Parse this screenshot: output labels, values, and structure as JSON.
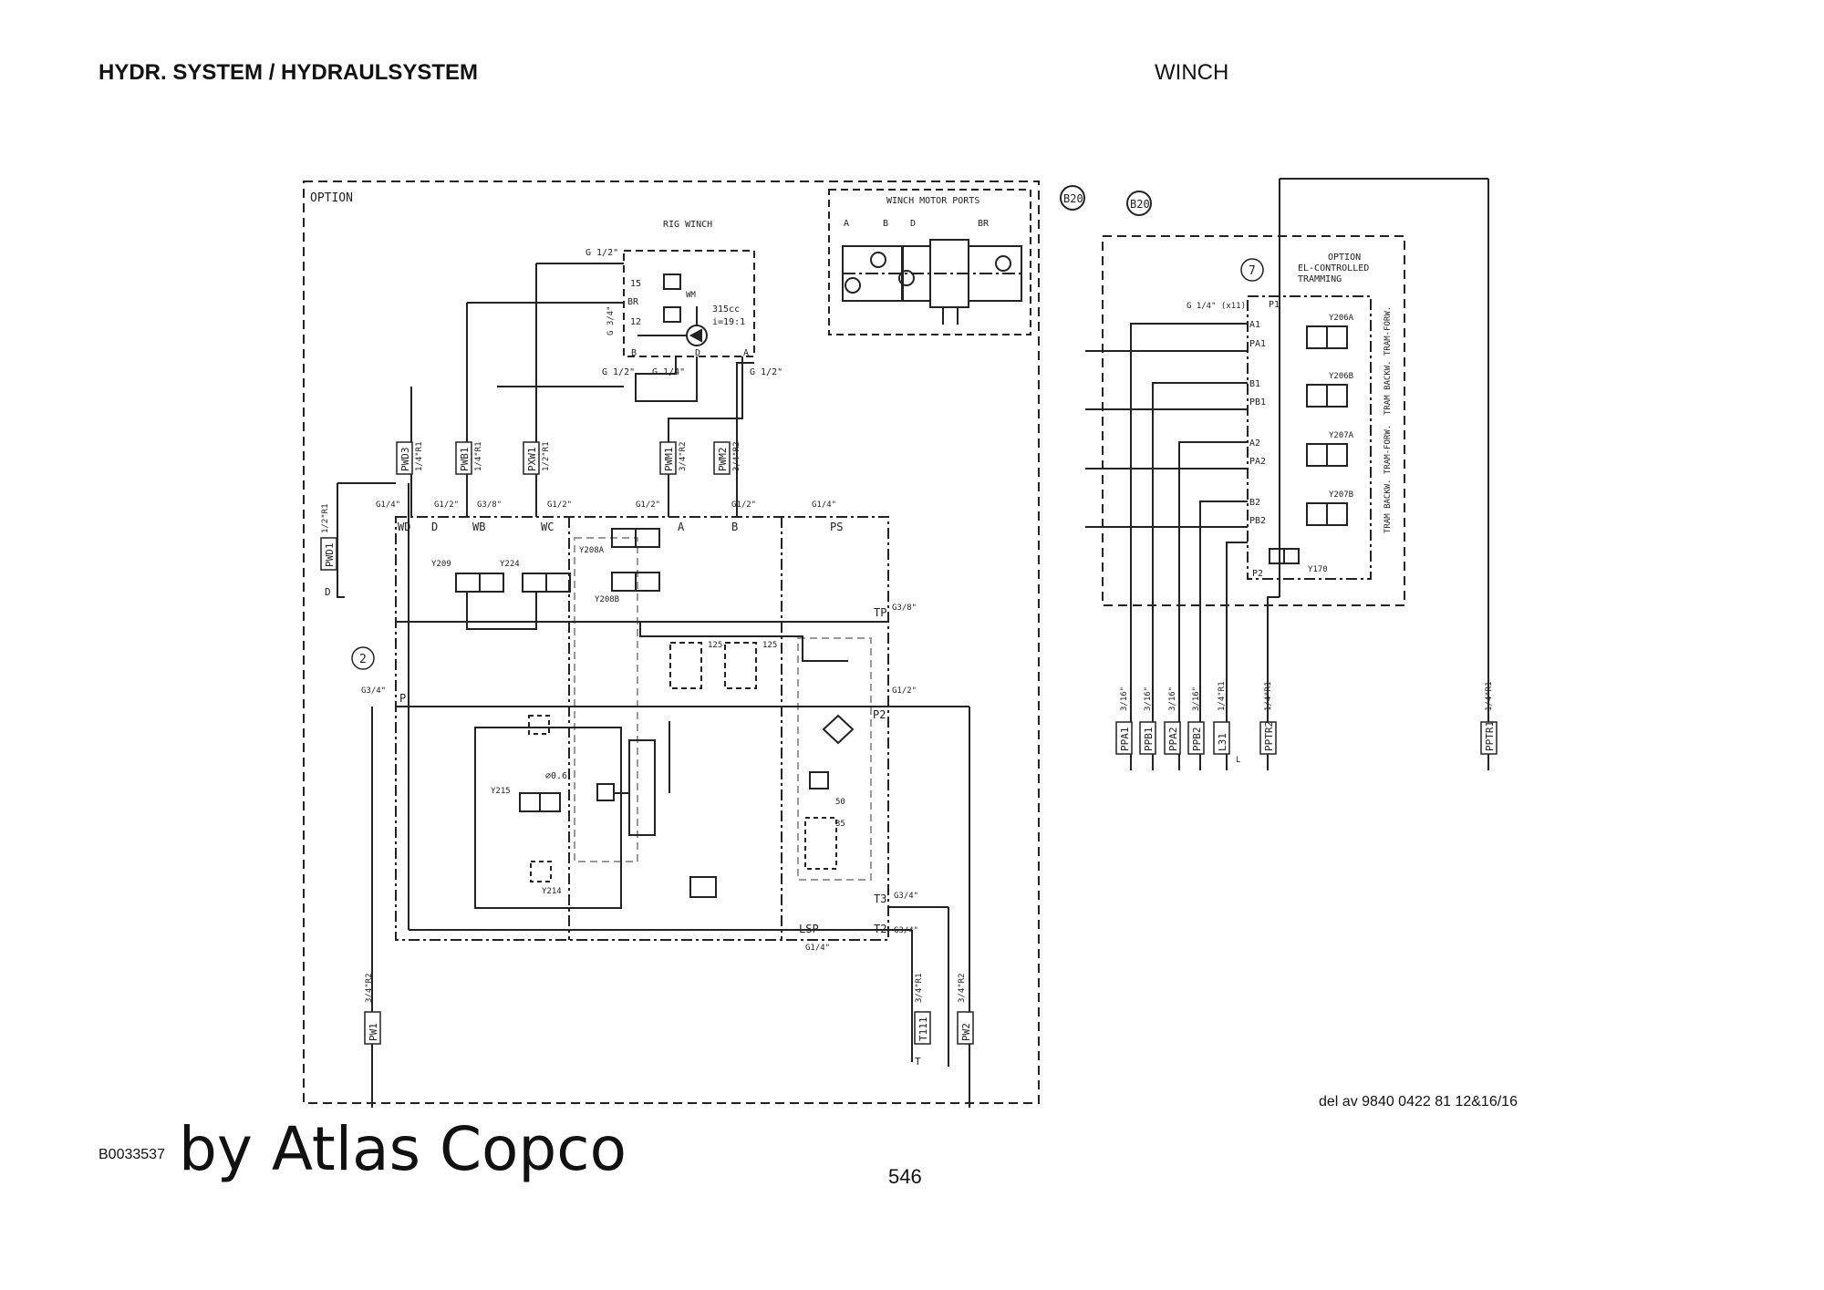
{
  "header": {
    "left_title": "HYDR. SYSTEM / HYDRAULSYSTEM",
    "right_title": "WINCH"
  },
  "footer": {
    "doc_ref": "del av 9840 0422 81 12&16/16",
    "figure_code": "B0033537",
    "brand": "by Atlas Copco",
    "page_number": "546"
  },
  "diagram": {
    "left_panel": {
      "frame_label": "OPTION",
      "badge": "B20",
      "rig_winch": {
        "title": "RIG WINCH",
        "labels": [
          "15",
          "BR",
          "12",
          "WM",
          "315cc",
          "i=19:1",
          "G 3/4\"",
          "B",
          "D",
          "A",
          "G 1/2\"",
          "G 1/4\"",
          "G 1/2\"",
          "G 1/2\""
        ]
      },
      "motor_ports": {
        "title": "WINCH MOTOR PORTS",
        "ports": [
          "A",
          "B",
          "D",
          "BR"
        ]
      },
      "vertical_tags": [
        {
          "tag": "PWD3",
          "size": "1/4\"R1"
        },
        {
          "tag": "PWB1",
          "size": "1/4\"R1"
        },
        {
          "tag": "PXW1",
          "size": "1/2\"R1"
        },
        {
          "tag": "PWM1",
          "size": "3/4\"R2"
        },
        {
          "tag": "PWM2",
          "size": "3/4\"R2"
        },
        {
          "tag": "PWD1",
          "size": "1/2\"R1"
        },
        {
          "tag": "PW1",
          "size": "3/4\"R2"
        },
        {
          "tag": "T111",
          "size": "3/4\"R1"
        },
        {
          "tag": "PW2",
          "size": "3/4\"R2"
        }
      ],
      "block_ports": [
        "WD",
        "D",
        "WB",
        "WC",
        "A",
        "B",
        "PS",
        "TP",
        "P",
        "P2",
        "T3",
        "T2",
        "LSP"
      ],
      "port_sizes": [
        "G1/4\"",
        "G1/2\"",
        "G3/8\"",
        "G1/2\"",
        "G1/2\"",
        "G1/2\"",
        "G1/4\"",
        "G3/8\"",
        "G3/4\"",
        "G1/2\"",
        "G3/4\"",
        "G3/4\"",
        "G1/4\""
      ],
      "valves": [
        "Y209",
        "Y224",
        "Y208A",
        "Y208B",
        "Y215",
        "Y214"
      ],
      "settings": [
        "125",
        "125",
        "50",
        "35",
        "⌀0.6"
      ],
      "callout": "2",
      "drain_labels": [
        "D",
        "T"
      ]
    },
    "right_panel": {
      "badge": "B20",
      "callout": "7",
      "option_text": [
        "OPTION",
        "EL-CONTROLLED",
        "TRAMMING"
      ],
      "inlet_port": "P1",
      "inlet_size": "G 1/4\" (x11)",
      "ports": [
        "A1",
        "PA1",
        "B1",
        "PB1",
        "A2",
        "PA2",
        "B2",
        "PB2",
        "P2"
      ],
      "valves": [
        "Y206A",
        "Y206B",
        "Y207A",
        "Y207B",
        "Y170"
      ],
      "functions": [
        "TRAM-FORW.",
        "TRAM BACKW.",
        "TRAM-FORW.",
        "TRAM BACKW."
      ],
      "vertical_tags": [
        {
          "tag": "PPA1",
          "size": "3/16\""
        },
        {
          "tag": "PPB1",
          "size": "3/16\""
        },
        {
          "tag": "PPA2",
          "size": "3/16\""
        },
        {
          "tag": "PPB2",
          "size": "3/16\""
        },
        {
          "tag": "L31",
          "size": "1/4\"R1"
        },
        {
          "tag": "PPTR2",
          "size": "1/4\"R1"
        },
        {
          "tag": "PPTR1",
          "size": "1/4\"R1"
        }
      ],
      "drain_label": "L"
    }
  }
}
